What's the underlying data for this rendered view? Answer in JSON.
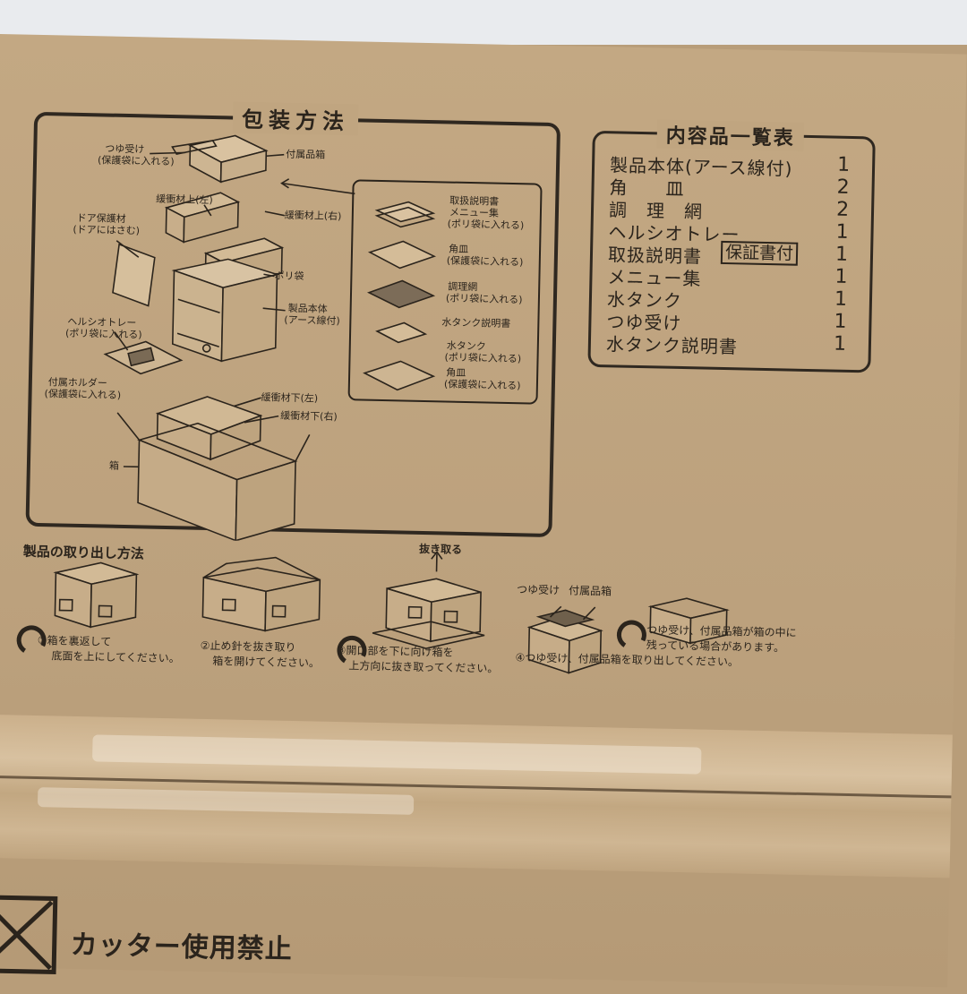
{
  "packing": {
    "title": "包装方法",
    "labels": {
      "tsuyu": "つゆ受け",
      "tsuyu_note": "(保護袋に入れる)",
      "accessory_box": "付属品箱",
      "cushion_top_left": "緩衝材上(左)",
      "cushion_top_right": "緩衝材上(右)",
      "door_protect": "ドア保護材",
      "door_note": "(ドアにはさむ)",
      "poly_bag": "ポリ袋",
      "main_unit": "製品本体",
      "main_unit_note": "(アース線付)",
      "healthio": "ヘルシオトレー",
      "healthio_note": "(ポリ袋に入れる)",
      "holder": "付属ホルダー",
      "holder_note": "(保護袋に入れる)",
      "cushion_bottom_left": "緩衝材下(左)",
      "cushion_bottom_right": "緩衝材下(右)",
      "box": "箱",
      "manual_1": "取扱説明書",
      "manual_2": "メニュー集",
      "manual_note": "(ポリ袋に入れる)",
      "tray": "角皿",
      "tray_note": "(保護袋に入れる)",
      "grill": "調理網",
      "grill_note": "(ポリ袋に入れる)",
      "tank_manual": "水タンク説明書",
      "tank": "水タンク",
      "tank_note": "(ポリ袋に入れる)",
      "tray2": "角皿",
      "tray2_note": "(保護袋に入れる)"
    }
  },
  "contents": {
    "title": "内容品一覧表",
    "items": [
      {
        "name": "製品本体(アース線付)",
        "qty": "1"
      },
      {
        "name": "角　　皿",
        "qty": "2"
      },
      {
        "name": "調　理　網",
        "qty": "2"
      },
      {
        "name": "ヘルシオトレー",
        "qty": "1"
      },
      {
        "name": "取扱説明書",
        "badge": "保証書付",
        "qty": "1"
      },
      {
        "name": "メニュー集",
        "qty": "1"
      },
      {
        "name": "水タンク",
        "qty": "1"
      },
      {
        "name": "つゆ受け",
        "qty": "1"
      },
      {
        "name": "水タンク説明書",
        "qty": "1"
      }
    ]
  },
  "removal": {
    "title": "製品の取り出し方法",
    "pull_label": "抜き取る",
    "step1_a": "①箱を裏返して",
    "step1_b": "底面を上にしてください。",
    "step2_a": "②止め針を抜き取り",
    "step2_b": "箱を開けてください。",
    "step3_a": "③開口部を下に向け箱を",
    "step3_b": "上方向に抜き取ってください。",
    "step4_label_a": "つゆ受け",
    "step4_label_b": "付属品箱",
    "step4": "④つゆ受け、付属品箱を取り出してください。",
    "note_a": "つゆ受け、付属品箱が箱の中に",
    "note_b": "残っている場合があります。"
  },
  "warning": {
    "text": "カッター使用禁止"
  },
  "colors": {
    "cardboard": "#bca17d",
    "ink": "#2b241c",
    "wall": "#e9ebee"
  }
}
